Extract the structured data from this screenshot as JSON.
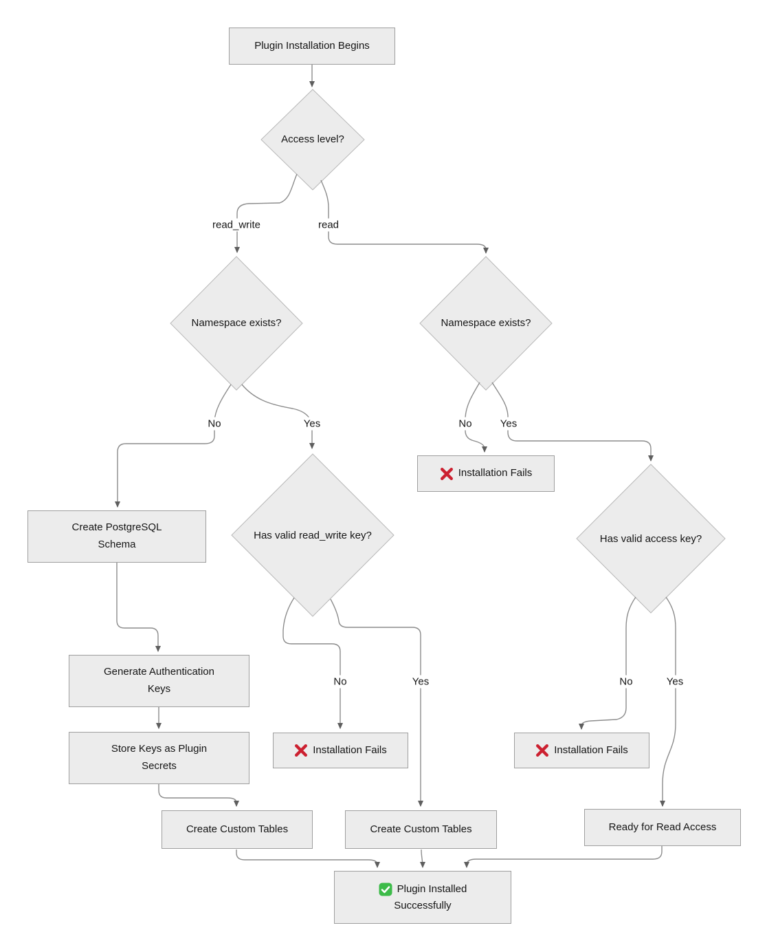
{
  "diagram": {
    "type": "flowchart",
    "nodes": {
      "start": {
        "label": "Plugin Installation Begins"
      },
      "access_level": {
        "label": "Access level?"
      },
      "ns_left": {
        "label": "Namespace exists?"
      },
      "ns_right": {
        "label": "Namespace exists?"
      },
      "create_schema": {
        "label": "Create PostgreSQL\nSchema"
      },
      "rw_key": {
        "label": "Has valid read_write key?"
      },
      "access_key": {
        "label": "Has valid access key?"
      },
      "fail_ns": {
        "icon": "cross-mark-icon",
        "label": "Installation Fails"
      },
      "fail_rw": {
        "icon": "cross-mark-icon",
        "label": "Installation Fails"
      },
      "fail_access": {
        "icon": "cross-mark-icon",
        "label": "Installation Fails"
      },
      "gen_keys": {
        "label": "Generate Authentication\nKeys"
      },
      "store_keys": {
        "label": "Store Keys as Plugin\nSecrets"
      },
      "tables_left": {
        "label": "Create Custom Tables"
      },
      "tables_mid": {
        "label": "Create Custom Tables"
      },
      "ready_read": {
        "label": "Ready for Read Access"
      },
      "success": {
        "icon": "check-mark-icon",
        "label_line1": "Plugin Installed",
        "label_line2": "Successfully"
      }
    },
    "edge_labels": {
      "read_write": "read_write",
      "read": "read",
      "ns_left_no": "No",
      "ns_left_yes": "Yes",
      "ns_right_no": "No",
      "ns_right_yes": "Yes",
      "rw_key_no": "No",
      "rw_key_yes": "Yes",
      "access_key_no": "No",
      "access_key_yes": "Yes"
    },
    "colors": {
      "background": "#ffffff",
      "node_fill": "#ececec",
      "node_border": "#9e9e9e",
      "diamond_border": "#b7b7b7",
      "edge": "#8c8c8c",
      "arrowhead": "#5e5e5e",
      "text": "#141414",
      "label_bg": "#ffffff",
      "fail_icon": "#cc2030",
      "success_icon": "#3dbb49"
    }
  }
}
